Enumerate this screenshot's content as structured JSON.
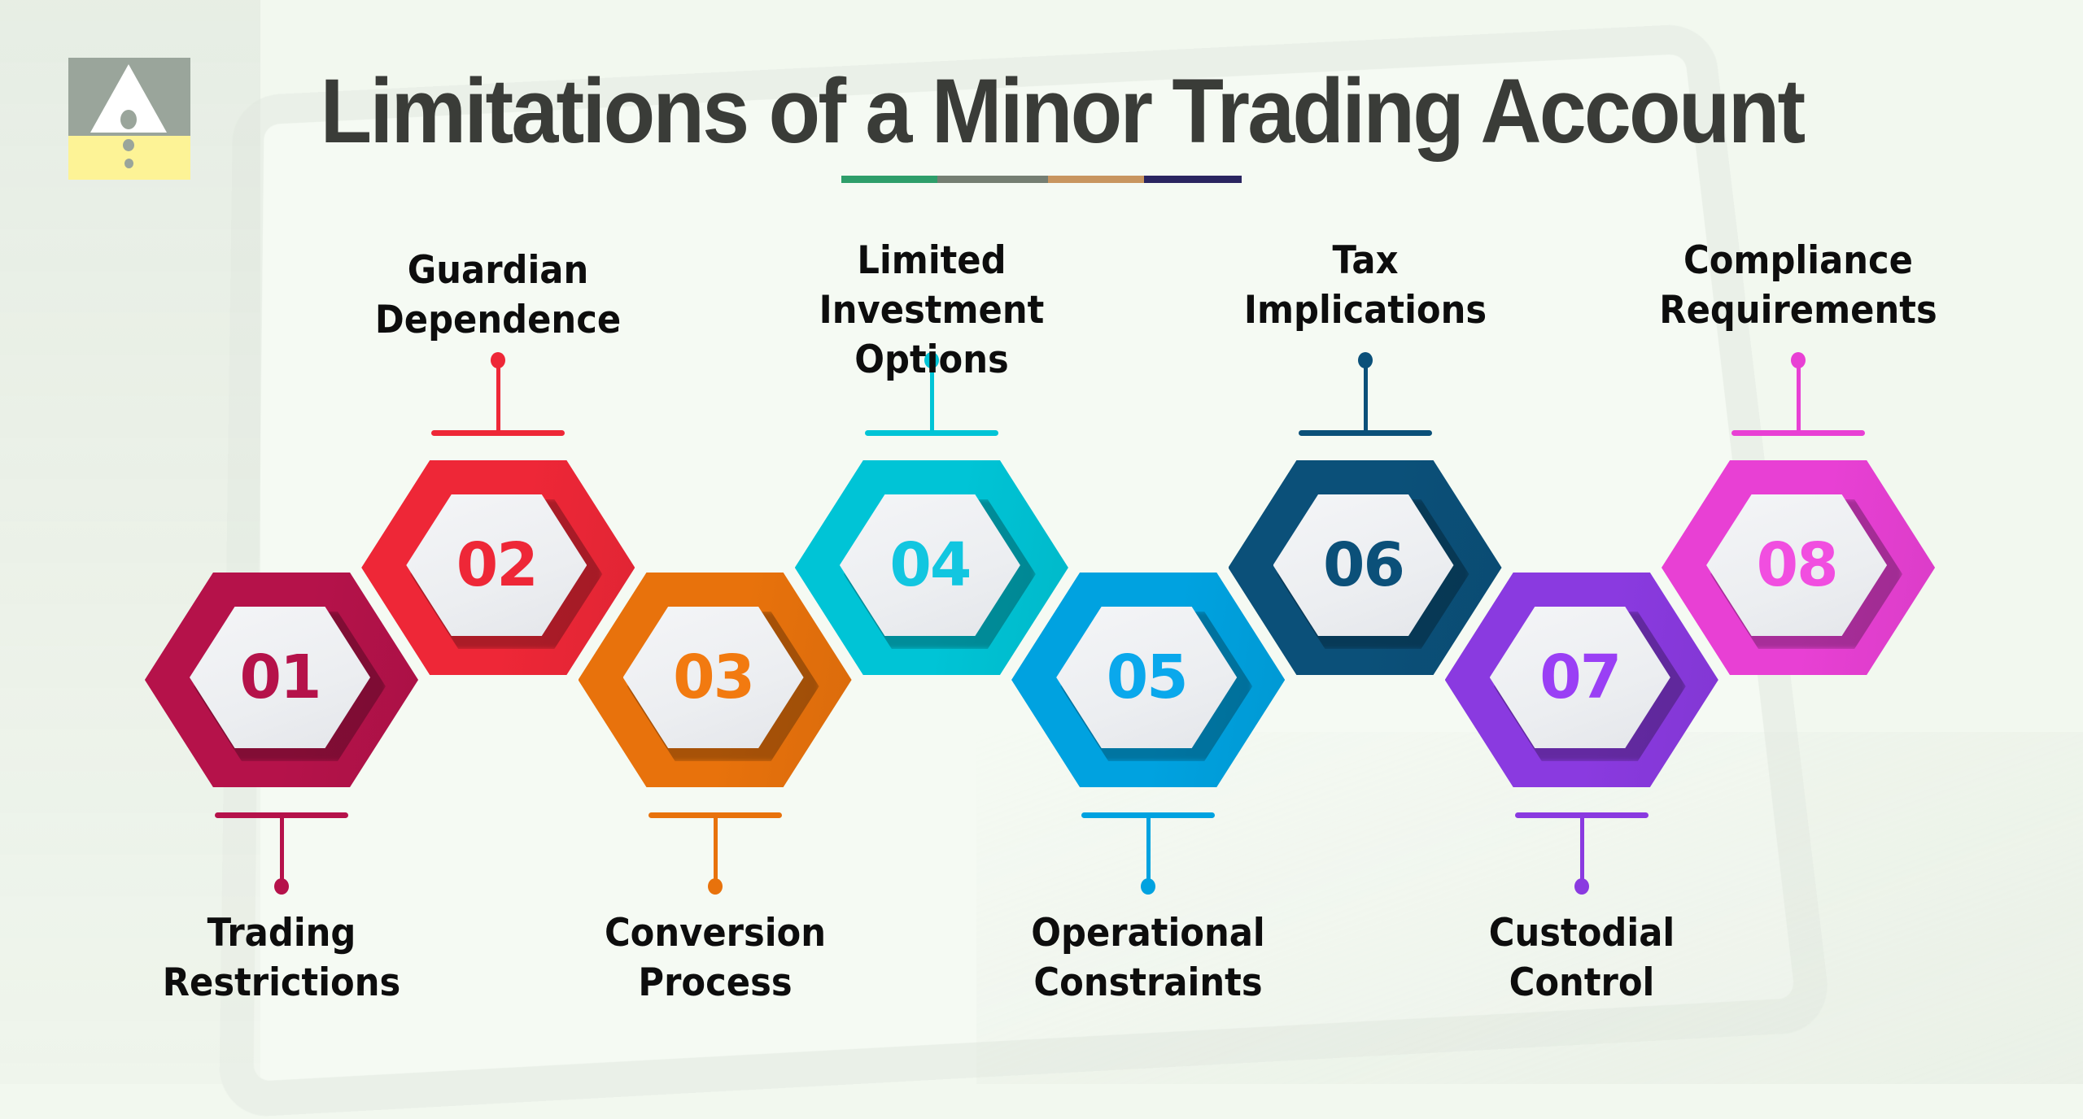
{
  "title": "Limitations of a Minor Trading Account",
  "title_color": "#3a3c38",
  "background_color": "#f2f8ef",
  "logo": {
    "icon": "warning-triangle-logo-icon",
    "top_color": "#9aa59b",
    "bottom_color": "#fdf396"
  },
  "underline_segments": [
    {
      "color": "#2e9e6a"
    },
    {
      "color": "#757e72"
    },
    {
      "color": "#c8955f"
    },
    {
      "color": "#2a2560"
    }
  ],
  "items": [
    {
      "number": "01",
      "label_line1": "Trading",
      "label_line2": "Restrictions",
      "color": "#b5124a",
      "number_color": "#b5124a",
      "position": "bottom"
    },
    {
      "number": "02",
      "label_line1": "Guardian",
      "label_line2": "Dependence",
      "color": "#ee2737",
      "number_color": "#ee2737",
      "position": "top"
    },
    {
      "number": "03",
      "label_line1": "Conversion",
      "label_line2": "Process",
      "color": "#e8720c",
      "number_color": "#f27a10",
      "position": "bottom"
    },
    {
      "number": "04",
      "label_line1": "Limited Investment",
      "label_line2": "Options",
      "color": "#00c4d6",
      "number_color": "#12c6e0",
      "position": "top"
    },
    {
      "number": "05",
      "label_line1": "Operational",
      "label_line2": "Constraints",
      "color": "#00a2e0",
      "number_color": "#0aa8ec",
      "position": "bottom"
    },
    {
      "number": "06",
      "label_line1": "Tax",
      "label_line2": "Implications",
      "color": "#0b5079",
      "number_color": "#0b5079",
      "position": "top"
    },
    {
      "number": "07",
      "label_line1": "Custodial",
      "label_line2": "Control",
      "color": "#8a3ae0",
      "number_color": "#9a3ff5",
      "position": "bottom"
    },
    {
      "number": "08",
      "label_line1": "Compliance",
      "label_line2": "Requirements",
      "color": "#e840d4",
      "number_color": "#f14ee0",
      "position": "top"
    }
  ]
}
